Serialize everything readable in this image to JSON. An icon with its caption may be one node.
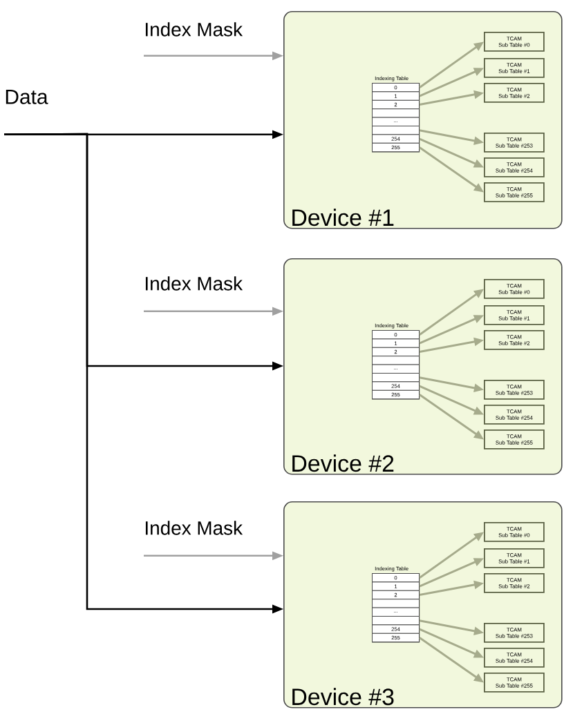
{
  "diagram": {
    "nodes": [
      {
        "text": [
          "Data"
        ]
      },
      {
        "text": [
          "Index Mask"
        ]
      },
      {
        "text": [
          "Device #1"
        ]
      },
      {
        "text": [
          "Indexing Table"
        ],
        "in": 2
      },
      {
        "text": [
          "0"
        ],
        "in": 3
      },
      {
        "text": [
          "1"
        ],
        "in": 3
      },
      {
        "text": [
          "2"
        ],
        "in": 3
      },
      {
        "text": [],
        "shape": "box",
        "in": 3
      },
      {
        "text": [
          "..."
        ],
        "in": 3
      },
      {
        "text": [],
        "shape": "box",
        "in": 3
      },
      {
        "text": [
          "254"
        ],
        "in": 3
      },
      {
        "text": [
          "255"
        ],
        "in": 3
      },
      {
        "text": [
          "TCAM",
          "Sub Table #0"
        ],
        "in": 2
      },
      {
        "text": [
          "TCAM",
          "Sub Table #1"
        ],
        "in": 2
      },
      {
        "text": [
          "TCAM",
          "Sub Table #2"
        ],
        "in": 2
      },
      {
        "text": [
          "TCAM",
          "Sub Table #253"
        ],
        "in": 2
      },
      {
        "text": [
          "TCAM",
          "Sub Table #254"
        ],
        "in": 2
      },
      {
        "text": [
          "TCAM",
          "Sub Table #255"
        ],
        "in": 2
      },
      {
        "text": [
          "Index Mask"
        ]
      },
      {
        "text": [
          "Device #2"
        ]
      },
      {
        "text": [
          "Indexing Table"
        ],
        "in": 19
      },
      {
        "text": [
          "0"
        ],
        "in": 20
      },
      {
        "text": [
          "1"
        ],
        "in": 20
      },
      {
        "text": [
          "2"
        ],
        "in": 20
      },
      {
        "text": [],
        "shape": "box",
        "in": 20
      },
      {
        "text": [
          "..."
        ],
        "in": 20
      },
      {
        "text": [],
        "shape": "box",
        "in": 20
      },
      {
        "text": [
          "254"
        ],
        "in": 20
      },
      {
        "text": [
          "255"
        ],
        "in": 20
      },
      {
        "text": [
          "TCAM",
          "Sub Table #0"
        ],
        "in": 19
      },
      {
        "text": [
          "TCAM",
          "Sub Table #1"
        ],
        "in": 19
      },
      {
        "text": [
          "TCAM",
          "Sub Table #2"
        ],
        "in": 19
      },
      {
        "text": [
          "TCAM",
          "Sub Table #253"
        ],
        "in": 19
      },
      {
        "text": [
          "TCAM",
          "Sub Table #254"
        ],
        "in": 19
      },
      {
        "text": [
          "TCAM",
          "Sub Table #255"
        ],
        "in": 19
      },
      {
        "text": [
          "Index Mask"
        ]
      },
      {
        "text": [
          "Device #3"
        ]
      },
      {
        "text": [
          "Indexing Table"
        ],
        "in": 36
      },
      {
        "text": [
          "0"
        ],
        "in": 37
      },
      {
        "text": [
          "1"
        ],
        "in": 37
      },
      {
        "text": [
          "2"
        ],
        "in": 37
      },
      {
        "text": [],
        "shape": "box",
        "in": 37
      },
      {
        "text": [
          "..."
        ],
        "in": 37
      },
      {
        "text": [],
        "shape": "box",
        "in": 37
      },
      {
        "text": [
          "254"
        ],
        "in": 37
      },
      {
        "text": [
          "255"
        ],
        "in": 37
      },
      {
        "text": [
          "TCAM",
          "Sub Table #0"
        ],
        "in": 36
      },
      {
        "text": [
          "TCAM",
          "Sub Table #1"
        ],
        "in": 36
      },
      {
        "text": [
          "TCAM",
          "Sub Table #2"
        ],
        "in": 36
      },
      {
        "text": [
          "TCAM",
          "Sub Table #253"
        ],
        "in": 36
      },
      {
        "text": [
          "TCAM",
          "Sub Table #254"
        ],
        "in": 36
      },
      {
        "text": [
          "TCAM",
          "Sub Table #255"
        ],
        "in": 36
      }
    ],
    "edges": [
      {
        "from": 1,
        "to": 2,
        "arrow": "to",
        "color": "#a0a0a0"
      },
      {
        "from": 0,
        "to": 2,
        "arrow": "to",
        "color": "#000000"
      },
      {
        "from": 4,
        "to": 12,
        "arrow": "to"
      },
      {
        "from": 5,
        "to": 13,
        "arrow": "to"
      },
      {
        "from": 6,
        "to": 14,
        "arrow": "to"
      },
      {
        "from": 9,
        "to": 15,
        "arrow": "to"
      },
      {
        "from": 10,
        "to": 16,
        "arrow": "to"
      },
      {
        "from": 11,
        "to": 17,
        "arrow": "to"
      },
      {
        "from": 18,
        "to": 19,
        "arrow": "to",
        "color": "#a0a0a0"
      },
      {
        "from": 0,
        "to": 19,
        "arrow": "to",
        "color": "#000000"
      },
      {
        "from": 21,
        "to": 29,
        "arrow": "to"
      },
      {
        "from": 22,
        "to": 30,
        "arrow": "to"
      },
      {
        "from": 23,
        "to": 31,
        "arrow": "to"
      },
      {
        "from": 26,
        "to": 32,
        "arrow": "to"
      },
      {
        "from": 27,
        "to": 33,
        "arrow": "to"
      },
      {
        "from": 28,
        "to": 34,
        "arrow": "to"
      },
      {
        "from": 35,
        "to": 36,
        "arrow": "to",
        "color": "#a0a0a0"
      },
      {
        "from": 0,
        "to": 36,
        "arrow": "to",
        "color": "#000000"
      },
      {
        "from": 38,
        "to": 46,
        "arrow": "to"
      },
      {
        "from": 39,
        "to": 47,
        "arrow": "to"
      },
      {
        "from": 40,
        "to": 48,
        "arrow": "to"
      },
      {
        "from": 43,
        "to": 49,
        "arrow": "to"
      },
      {
        "from": 44,
        "to": 50,
        "arrow": "to"
      },
      {
        "from": 45,
        "to": 51,
        "arrow": "to"
      }
    ]
  }
}
